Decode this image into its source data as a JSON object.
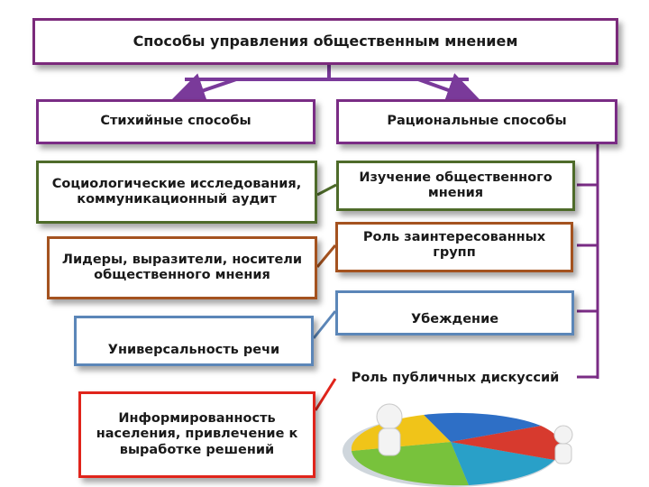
{
  "title": "Способы управления общественным мнением",
  "left_header": "Стихийные способы",
  "right_header": "Рациональные способы",
  "left_items": [
    "Социологические исследования, коммуникационный аудит",
    "Лидеры, выразители, носители общественного мнения",
    "Универсальность речи",
    "Информированность населения, привлечение к выработке решений"
  ],
  "right_items": [
    "Изучение общественного мнения",
    "Роль заинтересованных групп",
    "Убеждение",
    "Роль публичных дискуссий"
  ],
  "colors": {
    "title_border": "#7b2a7b",
    "arrow": "#7a3a9a",
    "bracket": "#7a2c85",
    "green": "#4e6b2a",
    "brown": "#a4521f",
    "blue": "#5b86b8",
    "red": "#e0241b"
  },
  "decoration": "pie-chart-figurines-image"
}
